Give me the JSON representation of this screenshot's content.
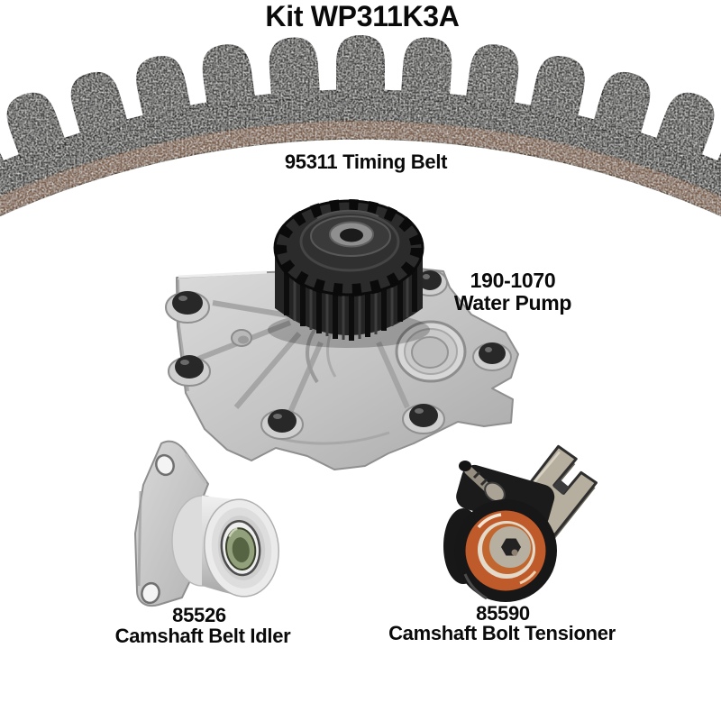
{
  "kit": {
    "title": "Kit WP311K3A"
  },
  "parts": {
    "timing_belt": {
      "part_number": "95311",
      "label": "95311 Timing Belt"
    },
    "water_pump": {
      "label_line1": "190-1070",
      "label_line2": "Water Pump"
    },
    "idler": {
      "part_number": "85526",
      "label": "Camshaft Belt Idler"
    },
    "tensioner": {
      "part_number": "85590",
      "label": "Camshaft Bolt Tensioner"
    }
  },
  "colors": {
    "background": "#ffffff",
    "text": "#0a0a0a",
    "belt_rubber": "#474747",
    "belt_backing": "#7b5f4b",
    "pump_casting": "#c6c6c6",
    "sprocket_black": "#242424",
    "idler_bearing_green": "#92a17b",
    "tensioner_orange": "#bf5a2b"
  }
}
